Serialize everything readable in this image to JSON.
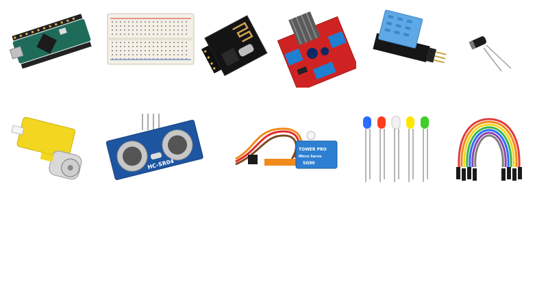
{
  "components": [
    {
      "name": "arduino-nano"
    },
    {
      "name": "breadboard"
    },
    {
      "name": "nrf24l01-module"
    },
    {
      "name": "l298n-motor-driver"
    },
    {
      "name": "dht11-sensor-module"
    },
    {
      "name": "capacitor"
    },
    {
      "name": "yellow-gear-motor"
    },
    {
      "name": "ultrasonic-sensor",
      "label": "HC-SR04"
    },
    {
      "name": "servo-motor",
      "brand": "TOWER PRO",
      "model": "Micro Servo",
      "size": "SG90"
    },
    {
      "name": "leds",
      "colors": [
        "#2a6cff",
        "#ff3b1f",
        "#f2f2f2",
        "#ffe600",
        "#3fcf2a"
      ]
    },
    {
      "name": "jumper-wires"
    }
  ]
}
